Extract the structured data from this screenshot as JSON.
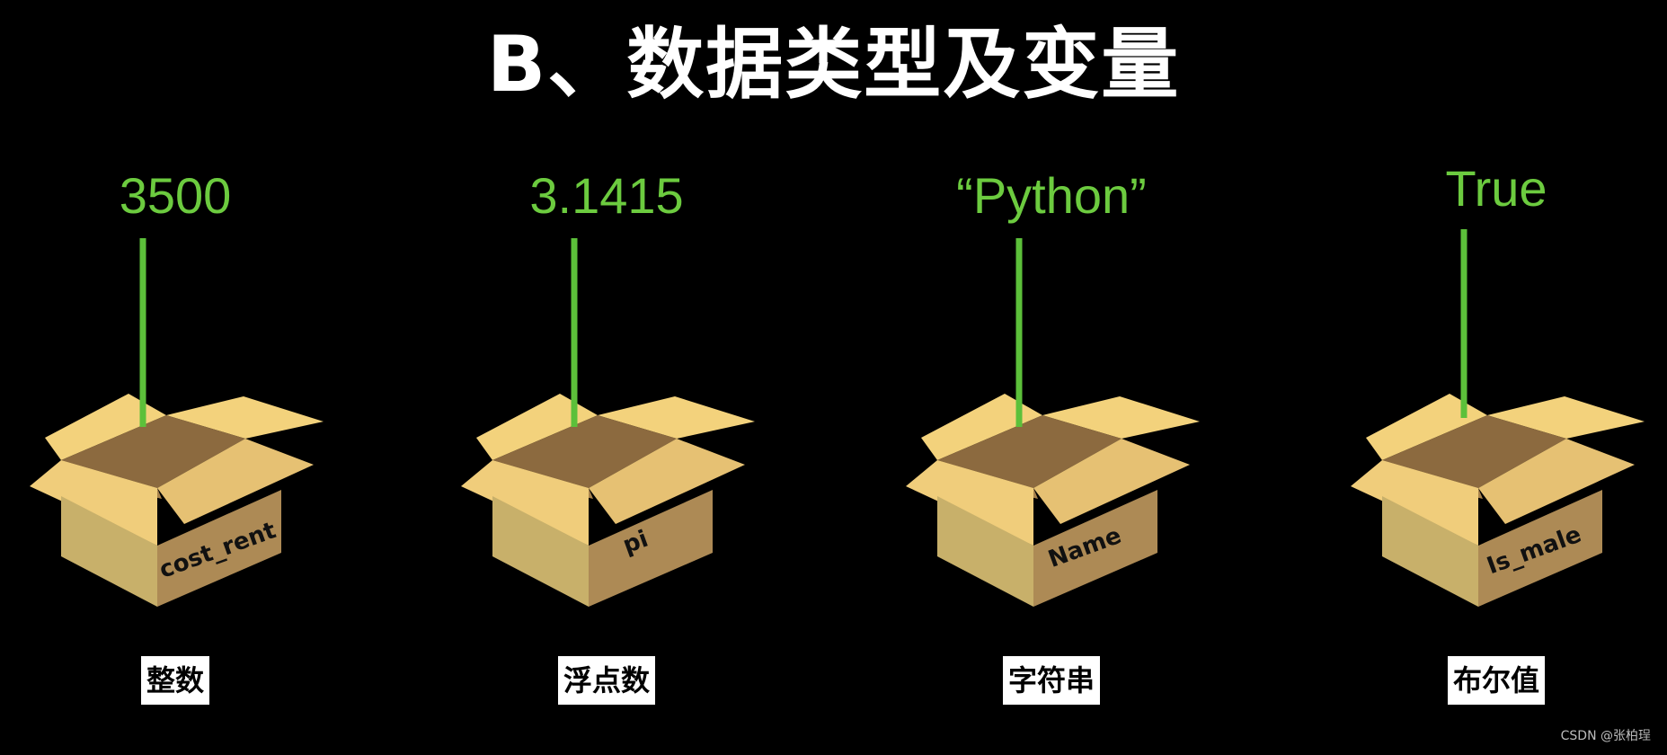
{
  "title": "B、数据类型及变量",
  "colors": {
    "value_green": "#6ccb3f",
    "box_front": "#c8b06a",
    "box_side": "#ad8a55",
    "box_inside": "#8c6a3f",
    "flap_light": "#f3d27c",
    "flap_mid": "#e6c173"
  },
  "items": [
    {
      "value": "3500",
      "variable": "cost_rent",
      "type": "整数"
    },
    {
      "value": "3.1415",
      "variable": "pi",
      "type": "浮点数"
    },
    {
      "value": "“Python”",
      "variable": "Name",
      "type": "字符串"
    },
    {
      "value": "True",
      "variable": "Is_male",
      "type": "布尔值"
    }
  ],
  "watermark": "CSDN @张柏珵"
}
